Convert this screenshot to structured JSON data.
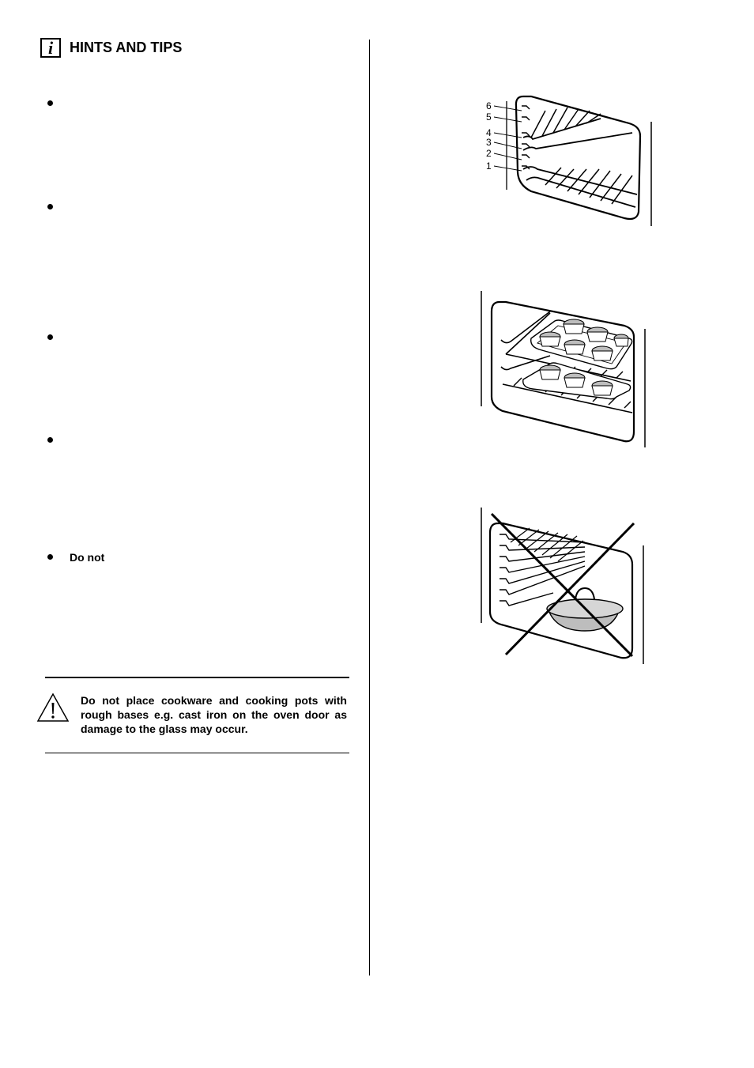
{
  "header": {
    "title": "HINTS AND TIPS",
    "icon": "info-icon"
  },
  "bullets": [
    {
      "text": ""
    },
    {
      "text": ""
    },
    {
      "text": ""
    },
    {
      "text": ""
    },
    {
      "text": "Do  not"
    }
  ],
  "warning": {
    "icon": "warning-triangle-icon",
    "text": "Do not place cookware and cooking pots with rough bases e.g. cast iron on the oven door as damage to the glass may occur."
  },
  "figures": {
    "shelf_positions": {
      "labels": [
        "6",
        "5",
        "4",
        "3",
        "2",
        "1"
      ]
    }
  }
}
